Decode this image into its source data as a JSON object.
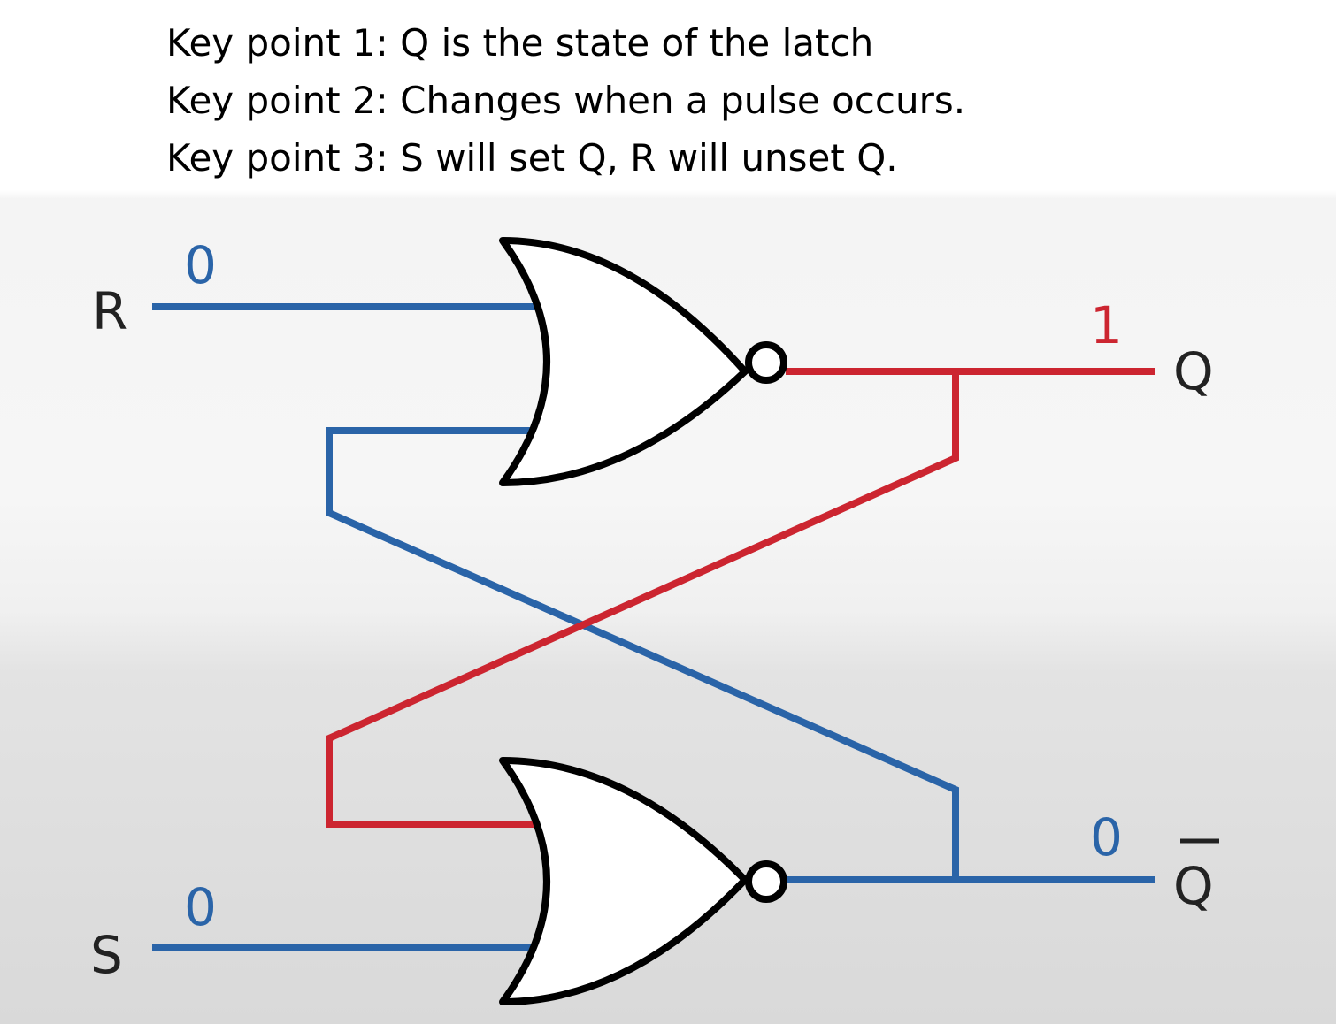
{
  "key_points": [
    "Key point 1: Q is the state of the latch",
    "Key point 2: Changes when a pulse occurs.",
    "Key point 3: S will set Q, R will unset Q."
  ],
  "inputs": {
    "r_label": "R",
    "r_value": "0",
    "s_label": "S",
    "s_value": "0"
  },
  "outputs": {
    "q_label": "Q",
    "q_value": "1",
    "q_bar_label": "Q",
    "q_bar_value": "0"
  },
  "colors": {
    "logic_low": "#2a64a8",
    "logic_high": "#cc2530",
    "gate_outline": "#000000"
  },
  "gates": [
    "nor",
    "nor"
  ]
}
